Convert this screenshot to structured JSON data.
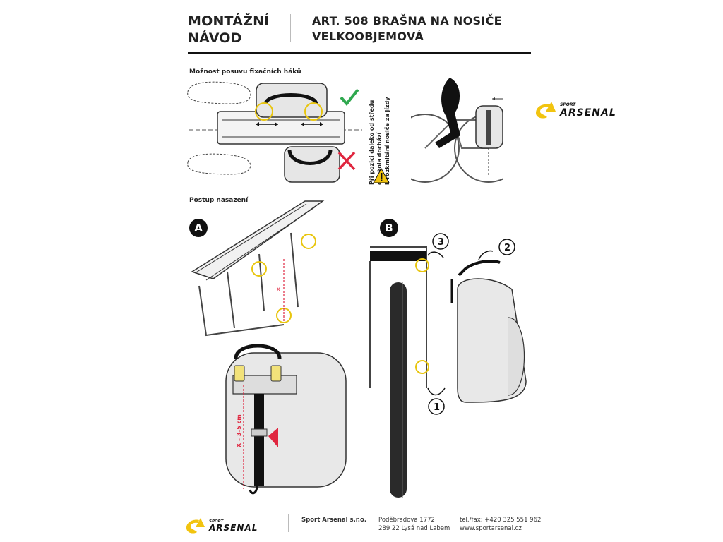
{
  "header": {
    "title_line1": "MONTÁŽNÍ",
    "title_line2": "NÁVOD",
    "article_line1": "ART. 508 BRAŠNA NA NOSIČE",
    "article_line2": "VELKOOBJEMOVÁ"
  },
  "section_hooks": {
    "label": "Možnost posuvu fixačních háků",
    "warning_line1": "Při pozici daleko od středu",
    "warning_line2": "osy kola dochází",
    "warning_line3": "k rozkmitání nosiče za jízdy"
  },
  "brand": {
    "sport": "SPORT",
    "name": "ARSENAL",
    "colors": {
      "yellow": "#f2c40f",
      "dark": "#111111",
      "check": "#2fa84f",
      "cross": "#e0263f",
      "circle": "#e8c50e"
    }
  },
  "section_steps": {
    "label": "Postup nasazení",
    "step_a": "A",
    "step_b": "B",
    "num_1": "1",
    "num_2": "2",
    "num_3": "3",
    "x_label": "x",
    "x_measure": "X – 3–5 cm"
  },
  "footer": {
    "company": "Sport Arsenal s.r.o.",
    "address_line1": "Poděbradova 1772",
    "address_line2": "289 22 Lysá nad Labem",
    "contact_line1": "tel./fax: +420 325 551 962",
    "contact_line2": "www.sportarsenal.cz"
  }
}
